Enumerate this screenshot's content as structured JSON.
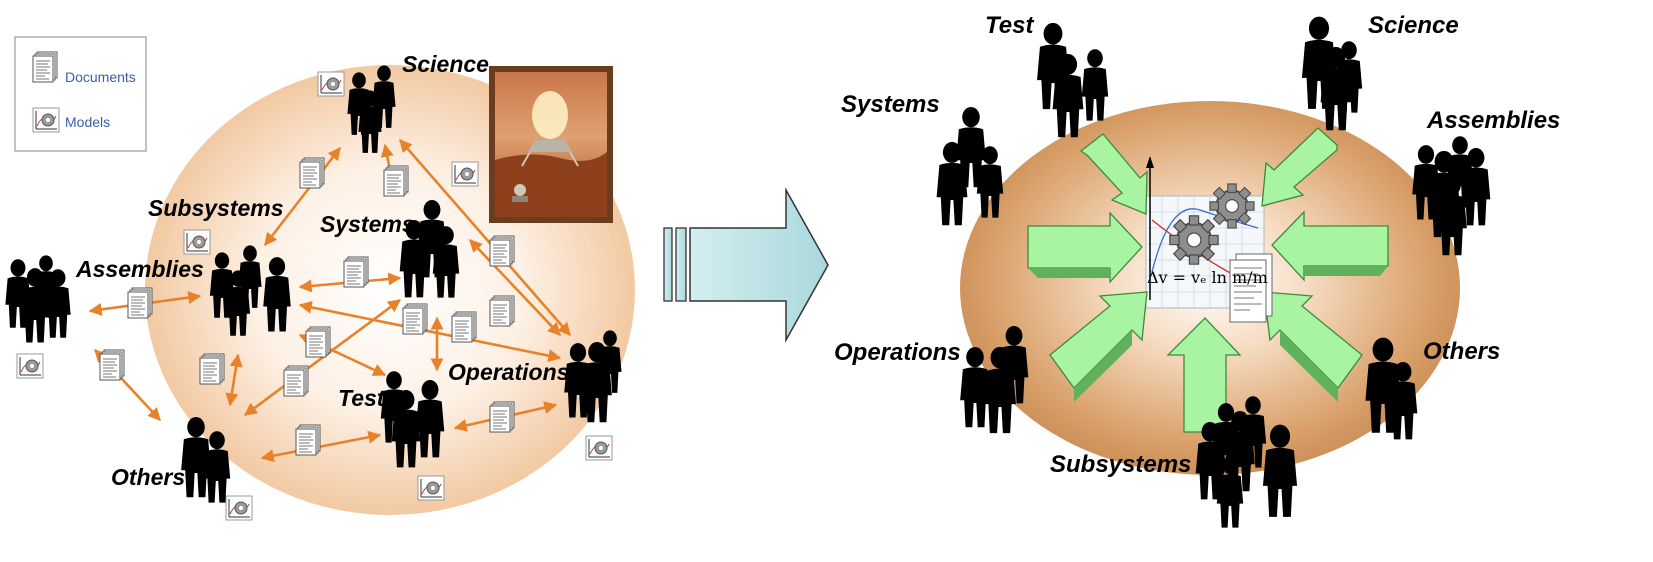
{
  "legend": {
    "documents_label": "Documents",
    "models_label": "Models"
  },
  "left_diagram": {
    "labels": {
      "science": "Science",
      "subsystems": "Subsystems",
      "systems": "Systems",
      "assemblies": "Assemblies",
      "operations": "Operations",
      "test": "Test",
      "others": "Others"
    },
    "image": "mars-lander-illustration"
  },
  "right_diagram": {
    "labels": {
      "test": "Test",
      "science": "Science",
      "systems": "Systems",
      "assemblies": "Assemblies",
      "operations": "Operations",
      "others": "Others",
      "subsystems": "Subsystems"
    },
    "center_formula": "Δv = vₑ ln m/m"
  },
  "colors": {
    "arrow_orange": "#e8822a",
    "green_arrow": "#9ef09a",
    "green_arrow_dark": "#3c8a3a",
    "ellipse_tan": "#d9a06a",
    "transition_arrow": "#bfe3e6",
    "legend_text": "#3a5fa8"
  }
}
